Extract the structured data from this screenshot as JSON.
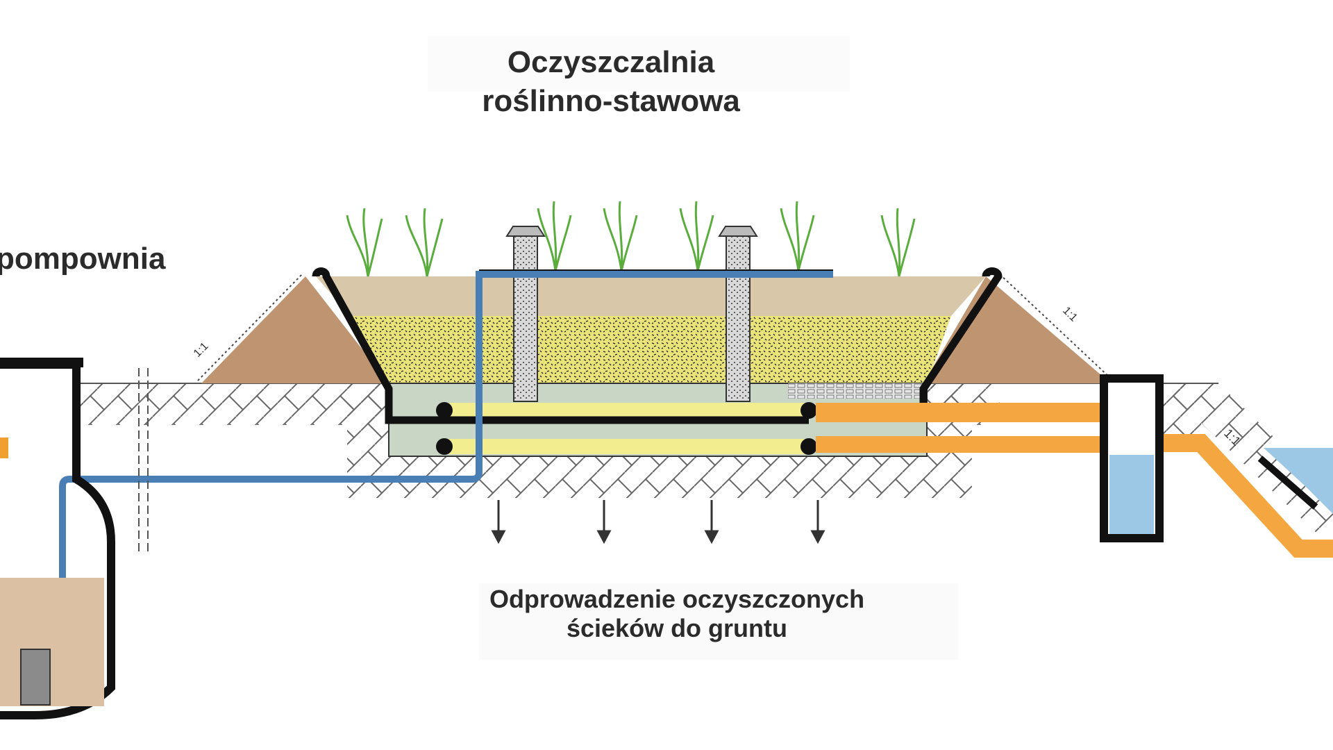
{
  "title": {
    "line1": "Oczyszczalnia",
    "line2": "roślinno-stawowa"
  },
  "pump_station_label": "pompownia",
  "outflow_caption": {
    "line1": "Odprowadzenie oczyszczonych",
    "line2": "ścieków do gruntu"
  },
  "slope_marks": [
    "1:1",
    "1:1",
    "1:1"
  ],
  "colors": {
    "earth_embankment": "#bf9470",
    "topsoil": "#d8c7a8",
    "gravel_fill": "#e9e37a",
    "drain_pipe": "#f2ed8e",
    "outlet_pipe": "#f4a640",
    "feed_pipe": "#4a7fb5",
    "water": "#9cc8e6",
    "pump_liquid": "#dcc0a3",
    "plants": "#5aad3c",
    "liner": "#111111"
  }
}
